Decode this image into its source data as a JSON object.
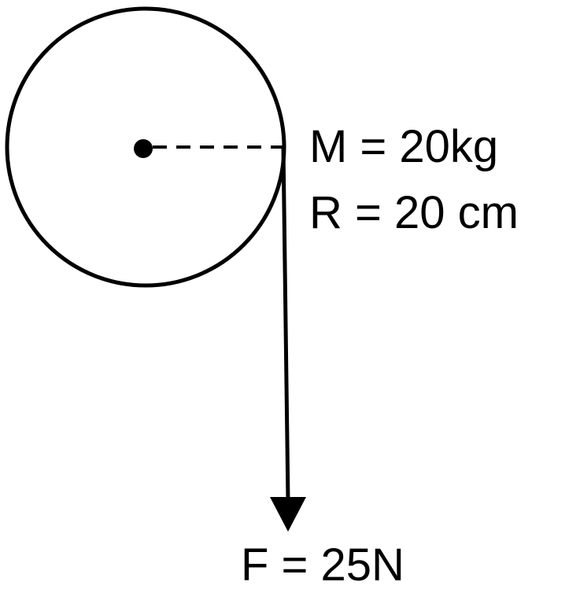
{
  "labels": {
    "mass": "M = 20kg",
    "radius": "R = 20 cm",
    "force": "F = 25N"
  },
  "colors": {
    "ink": "#000000",
    "background": "#ffffff"
  }
}
